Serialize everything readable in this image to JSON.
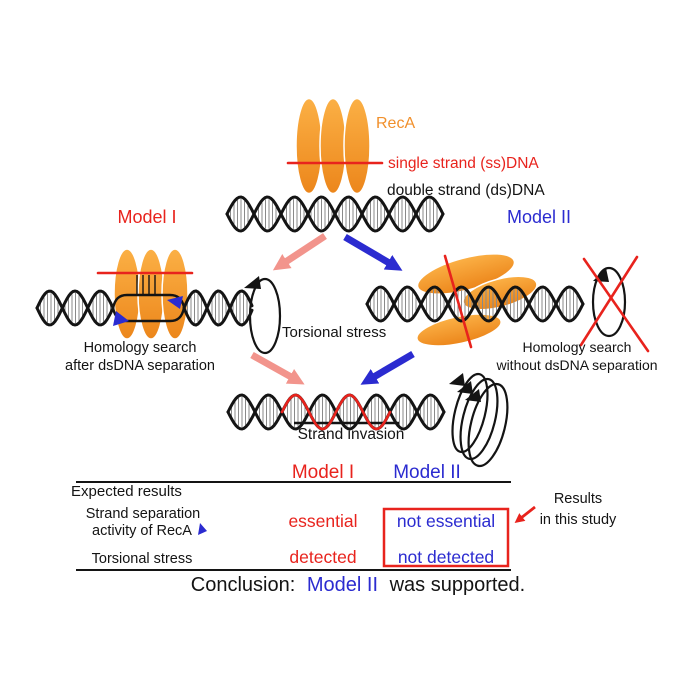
{
  "figure": {
    "top": {
      "reca_label": "RecA",
      "ssdna_label": "single strand (ss)DNA",
      "dsdna_label": "double strand (ds)DNA"
    },
    "model1_label": "Model I",
    "model2_label": "Model II",
    "left_branch": {
      "caption_line1": "Homology search",
      "caption_line2": "after dsDNA separation"
    },
    "torsional_label": "Torsional stress",
    "right_branch": {
      "caption_line1": "Homology search",
      "caption_line2": "without dsDNA separation"
    },
    "strand_invasion_label": "Strand invasion"
  },
  "table": {
    "col_model1": "Model I",
    "col_model2": "Model II",
    "section_label": "Expected results",
    "rows": [
      {
        "label_line1": "Strand separation",
        "label_line2": "activity of RecA",
        "model1": "essential",
        "model2": "not essential"
      },
      {
        "label_line1": "Torsional stress",
        "model1": "detected",
        "model2": "not detected"
      }
    ],
    "annotation_line1": "Results",
    "annotation_line2": "in this study"
  },
  "conclusion": {
    "prefix": "Conclusion:",
    "highlight": "Model II",
    "suffix": "was supported."
  },
  "colors": {
    "red": "#e8231d",
    "blue": "#2b2bd0",
    "pink": "#f2948c",
    "orange": "#f1902c",
    "orange-light": "#fbb045",
    "orange-dark": "#ec861b",
    "ink": "#141414",
    "hatch": "#8a8a8a"
  }
}
